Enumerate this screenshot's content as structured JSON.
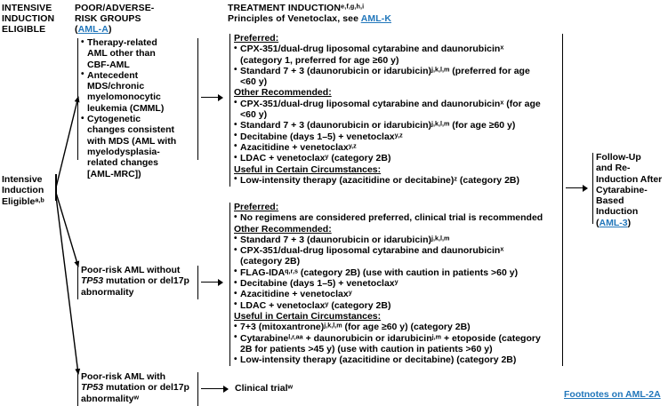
{
  "headers": {
    "col1": "INTENSIVE\nINDUCTION\nELIGIBLE",
    "col2_line1": "POOR/ADVERSE-",
    "col2_line2": "RISK GROUPS",
    "col2_link": "AML-A",
    "col3_line1": "TREATMENT INDUCTION",
    "col3_line1_sup": "e,f,g,h,i",
    "col3_line2_pre": "Principles of Venetoclax, see ",
    "col3_line2_link": "AML-K"
  },
  "entry": {
    "label_line1": "Intensive",
    "label_line2": "Induction",
    "label_line3": "Eligible",
    "label_sup": "a,b"
  },
  "risk_groups": [
    {
      "id": "mrc",
      "bullets": [
        "Therapy-related AML other than CBF-AML",
        "Antecedent MDS/chronic myelomonocytic leukemia (CMML)",
        "Cytogenetic changes consistent with MDS (AML with myelodysplasia-related changes [AML-MRC])"
      ]
    },
    {
      "id": "poor-risk-no-tp53",
      "line1": "Poor-risk AML without",
      "line2_italic": "TP53",
      "line2_rest": " mutation or del17p",
      "line3": "abnormality",
      "line3_sup": ""
    },
    {
      "id": "poor-risk-tp53",
      "line1": "Poor-risk AML with",
      "line2_italic": "TP53",
      "line2_rest": " mutation or del17p",
      "line3": "abnormality",
      "line3_sup": "w"
    }
  ],
  "treatment_box_1": {
    "sections": [
      {
        "heading": "Preferred:",
        "items": [
          {
            "text": "CPX-351/dual-drug liposomal cytarabine and daunorubicin",
            "sup": "x",
            "tail": " (category 1, preferred for age ≥60 y)"
          },
          {
            "text": "Standard 7 + 3 (daunorubicin or idarubicin)",
            "sup": "j,k,l,m",
            "tail": " (preferred for age <60 y)"
          }
        ]
      },
      {
        "heading": "Other Recommended:",
        "items": [
          {
            "text": "CPX-351/dual-drug liposomal cytarabine and daunorubicin",
            "sup": "x",
            "tail": " (for age <60 y)"
          },
          {
            "text": "Standard 7 + 3 (daunorubicin or idarubicin)",
            "sup": "j,k,l,m",
            "tail": " (for age ≥60 y)"
          },
          {
            "text": "Decitabine (days 1–5) + venetoclax",
            "sup": "y,z",
            "tail": ""
          },
          {
            "text": "Azacitidine + venetoclax",
            "sup": "y,z",
            "tail": ""
          },
          {
            "text": "LDAC + venetoclax",
            "sup": "y",
            "tail": " (category 2B)"
          }
        ]
      },
      {
        "heading": "Useful in Certain Circumstances:",
        "items": [
          {
            "text": "Low-intensity therapy (azacitidine or decitabine)",
            "sup": "z",
            "tail": " (category 2B)"
          }
        ]
      }
    ]
  },
  "treatment_box_2": {
    "sections": [
      {
        "heading": "Preferred:",
        "items": [
          {
            "text": "No regimens are considered preferred, clinical trial is recommended",
            "sup": "",
            "tail": ""
          }
        ]
      },
      {
        "heading": "Other Recommended:",
        "items": [
          {
            "text": "Standard 7 + 3 (daunorubicin or idarubicin)",
            "sup": "j,k,l,m",
            "tail": ""
          },
          {
            "text": "CPX-351/dual-drug liposomal cytarabine and daunorubicin",
            "sup": "x",
            "tail": " (category 2B)"
          },
          {
            "text": "FLAG-IDA",
            "sup": "q,r,s",
            "tail": " (category 2B) (use with caution in patients >60 y)"
          },
          {
            "text": "Decitabine (days 1–5) + venetoclax",
            "sup": "y",
            "tail": ""
          },
          {
            "text": "Azacitidine + venetoclax",
            "sup": "y",
            "tail": ""
          },
          {
            "text": "LDAC + venetoclax",
            "sup": "y",
            "tail": " (category 2B)"
          }
        ]
      },
      {
        "heading": "Useful in Certain Circumstances:",
        "items": [
          {
            "text": "7+3 (mitoxantrone)",
            "sup": "j,k,l,m",
            "tail": " (for age ≥60 y) (category 2B)"
          },
          {
            "text": "Cytarabine",
            "sup": "l,r,aa",
            "tail": " + daunorubicin or idarubicin",
            "sup2": "j,m",
            "tail2": " + etoposide (category 2B for patients >45 y) (use with caution in patients >60 y)"
          },
          {
            "text": "Low-intensity therapy (azacitidine or decitabine) (category 2B)",
            "sup": "",
            "tail": ""
          }
        ]
      }
    ]
  },
  "clinical_trial": {
    "label": "Clinical trial",
    "sup": "w"
  },
  "followup": {
    "lines": [
      "Follow-Up",
      "and Re-",
      "Induction After",
      "Cytarabine-",
      "Based",
      "Induction"
    ],
    "link": "AML-3"
  },
  "footnotes_link": "Footnotes on AML-2A",
  "colors": {
    "link": "#2277bb",
    "text": "#000000",
    "background": "#ffffff"
  }
}
